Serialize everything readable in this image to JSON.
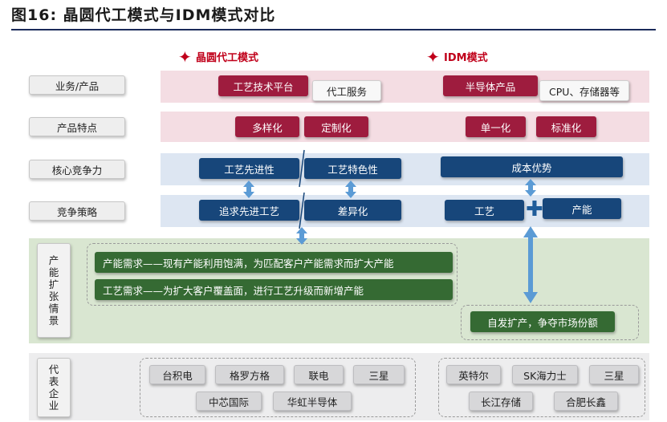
{
  "title": "图16:  晶圆代工模式与IDM模式对比",
  "headers": {
    "foundry": "晶圆代工模式",
    "idm": "IDM模式"
  },
  "rows": {
    "business": "业务/产品",
    "features": "产品特点",
    "core": "核心竞争力",
    "strategy": "竞争策略",
    "expansion": [
      "产",
      "能",
      "扩",
      "张",
      "情",
      "景"
    ],
    "companies": [
      "代",
      "表",
      "企",
      "业"
    ]
  },
  "foundry": {
    "business": [
      "工艺技术平台",
      "代工服务"
    ],
    "features": [
      "多样化",
      "定制化"
    ],
    "core": [
      "工艺先进性",
      "工艺特色性"
    ],
    "strategy": [
      "追求先进工艺",
      "差异化"
    ],
    "expansion": [
      "产能需求——现有产能利用饱满，为匹配客户产能需求而扩大产能",
      "工艺需求——为扩大客户覆盖面，进行工艺升级而新增产能"
    ],
    "companies_row1": [
      "台积电",
      "格罗方格",
      "联电",
      "三星"
    ],
    "companies_row2": [
      "中芯国际",
      "华虹半导体"
    ]
  },
  "idm": {
    "business": [
      "半导体产品",
      "CPU、存储器等"
    ],
    "features": [
      "单一化",
      "标准化"
    ],
    "core": [
      "成本优势"
    ],
    "strategy": [
      "工艺",
      "产能"
    ],
    "expansion": [
      "自发扩产，争夺市场份额"
    ],
    "companies_row1": [
      "英特尔",
      "SK海力士",
      "三星"
    ],
    "companies_row2": [
      "长江存储",
      "合肥长鑫"
    ]
  },
  "colors": {
    "maroon": "#9e1c3e",
    "navy": "#17467a",
    "green": "#356a33",
    "arrow": "#5b9bd5",
    "accent": "#c0001a"
  }
}
